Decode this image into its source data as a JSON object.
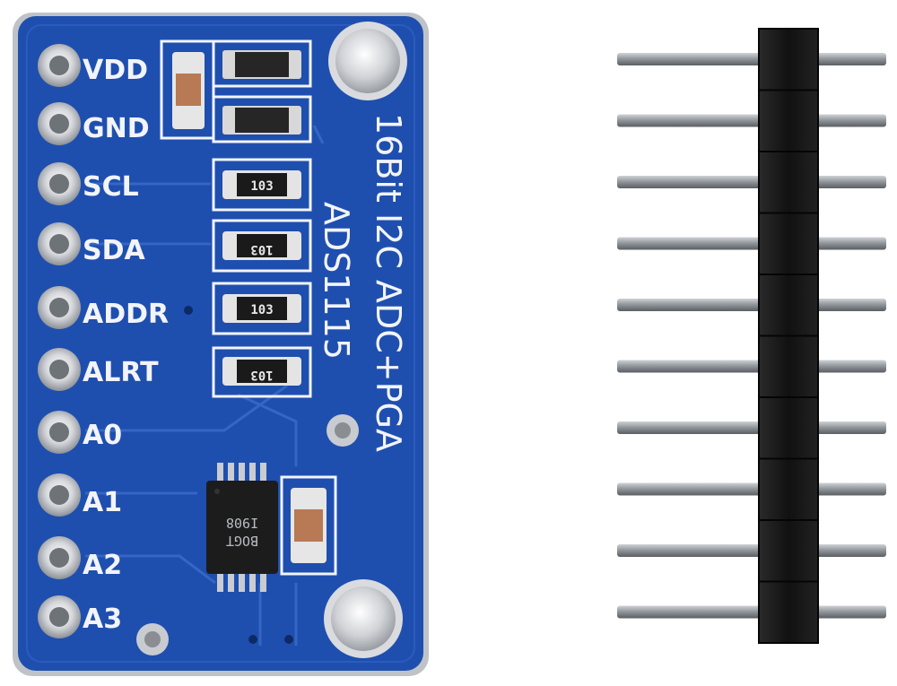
{
  "board": {
    "title_line1": "16Bit I2C ADC+PGA",
    "title_line2": "ADS1115",
    "pins": [
      "VDD",
      "GND",
      "SCL",
      "SDA",
      "ADDR",
      "ALRT",
      "A0",
      "A1",
      "A2",
      "A3"
    ],
    "resistor_codes": [
      "103",
      "103",
      "103",
      "103"
    ],
    "chip_marking_line1": "I908",
    "chip_marking_line2": "BOGT"
  },
  "header_pins": {
    "count": 10
  },
  "colors": {
    "pcb_blue": "#1f4fae",
    "silkscreen": "#f2f4fa",
    "header_plastic": "#151515",
    "pin_metal": "#9ea3a8"
  }
}
